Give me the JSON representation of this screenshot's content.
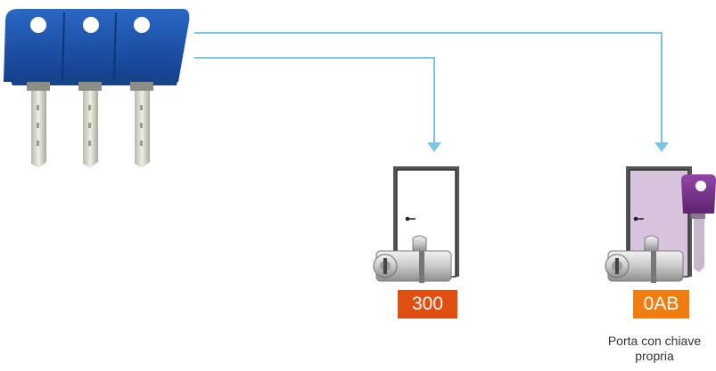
{
  "colors": {
    "connector": "#7cc6e2",
    "key_head": "#1f56b0",
    "key_blade": "#d6d6cc",
    "door_plain": "#ffffff",
    "door_own_key": "#d7c4dc",
    "own_key_head": "#7d3691",
    "cylinder": "#c7c7c7",
    "badge_300": "#e04e12",
    "badge_0ab": "#f07d10"
  },
  "icons": {
    "master_keys": "master-key-icon",
    "door_1": "door-icon",
    "door_2": "door-icon",
    "cylinder": "euro-cylinder-icon",
    "own_key": "own-key-icon"
  },
  "locks": [
    {
      "code": "300",
      "door": "plain"
    },
    {
      "code": "0AB",
      "door": "own-key"
    }
  ],
  "caption": "Porta con chiave\npropria"
}
